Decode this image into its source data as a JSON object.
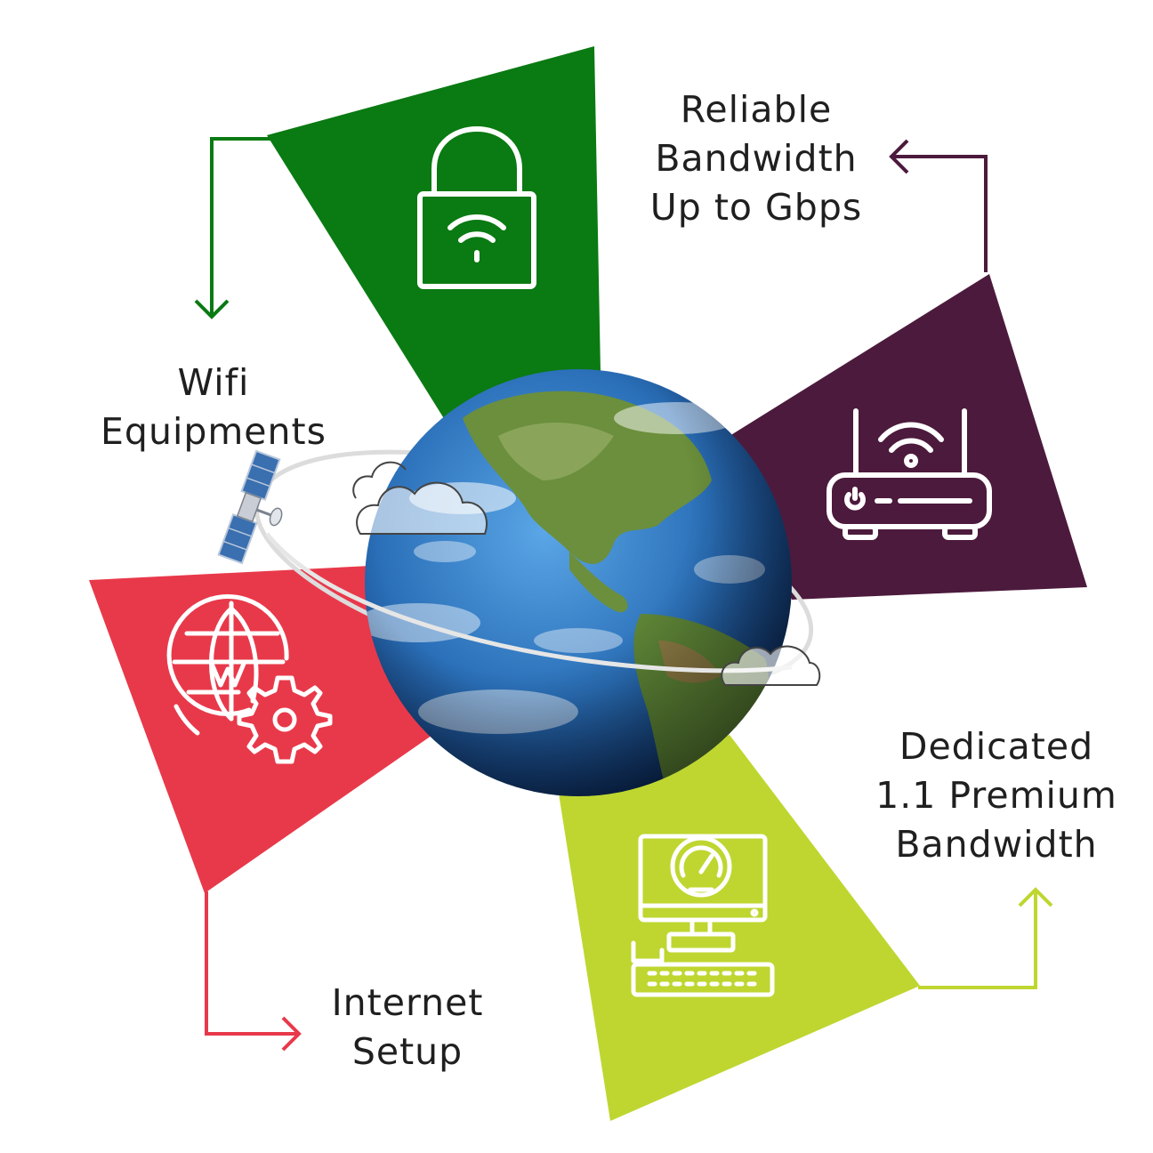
{
  "colors": {
    "green": "#0a7a12",
    "purple": "#4c1a3c",
    "red": "#e8394a",
    "lime": "#bfd630",
    "text": "#1f1f1f",
    "ocean": "#2a6fb8",
    "land": "#5f8f3a"
  },
  "blades": [
    {
      "id": "green",
      "icon": "wifi-lock-icon"
    },
    {
      "id": "purple",
      "icon": "wifi-router-icon"
    },
    {
      "id": "red",
      "icon": "globe-gear-icon"
    },
    {
      "id": "lime",
      "icon": "speed-monitor-icon"
    }
  ],
  "labels": {
    "wifi": {
      "line1": "Wifi",
      "line2": "Equipments"
    },
    "reliable": {
      "line1": "Reliable",
      "line2": "Bandwidth",
      "line3": "Up to Gbps"
    },
    "internet": {
      "line1": "Internet",
      "line2": "Setup"
    },
    "dedicated": {
      "line1": "Dedicated",
      "line2": "1.1 Premium",
      "line3": "Bandwidth"
    }
  },
  "center": {
    "icon": "earth-globe-icon",
    "satellite": "satellite-icon"
  }
}
